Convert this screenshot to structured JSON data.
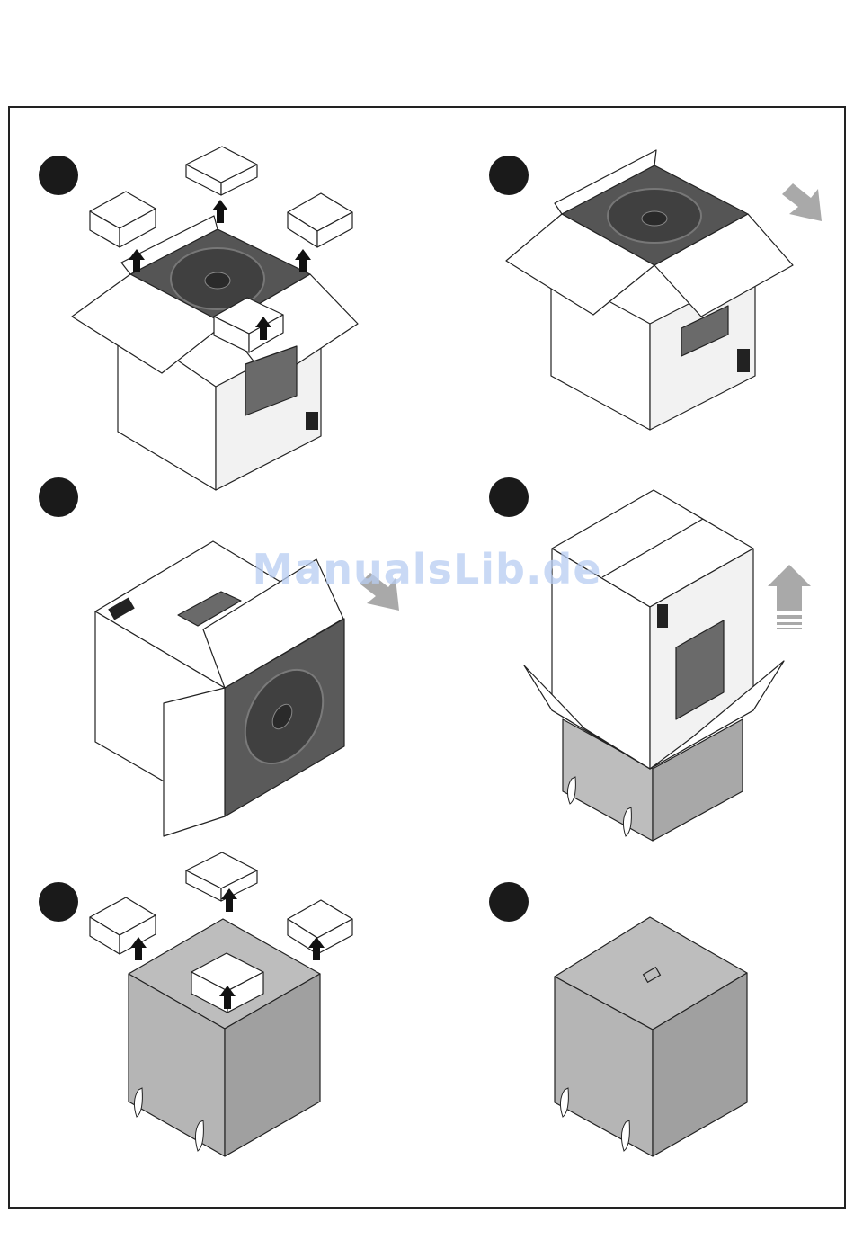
{
  "document": {
    "watermark": "ManualsLib.de",
    "colors": {
      "frame": "#222222",
      "step_marker": "#1a1a1a",
      "box_white": "#ffffff",
      "box_side": "#f2f2f2",
      "speaker_grey": "#bdbdbd",
      "speaker_dark": "#6a6a6a",
      "driver": "#4a4a4a",
      "arrow_grey": "#a9a9a9",
      "arrow_black": "#111111",
      "watermark": "#b8cdf2"
    },
    "icons": [
      "step-marker-icon",
      "lift-arrow-icon",
      "rotate-arrow-icon",
      "kef-logo-icon",
      "foot-spike-icon"
    ],
    "steps": [
      {
        "name": "step-1-remove-packing-inserts",
        "icons": [
          "lift-arrow-icon",
          "kef-logo-icon"
        ]
      },
      {
        "name": "step-2-tilt-box",
        "icons": [
          "rotate-arrow-icon",
          "kef-logo-icon"
        ]
      },
      {
        "name": "step-3-box-on-side",
        "icons": [
          "rotate-arrow-icon",
          "kef-logo-icon"
        ]
      },
      {
        "name": "step-4-lift-box-off",
        "icons": [
          "lift-arrow-icon",
          "kef-logo-icon"
        ]
      },
      {
        "name": "step-5-remove-corner-pieces",
        "icons": [
          "lift-arrow-icon",
          "foot-spike-icon"
        ]
      },
      {
        "name": "step-6-subwoofer-unpacked",
        "icons": [
          "kef-logo-icon",
          "foot-spike-icon"
        ]
      }
    ]
  }
}
